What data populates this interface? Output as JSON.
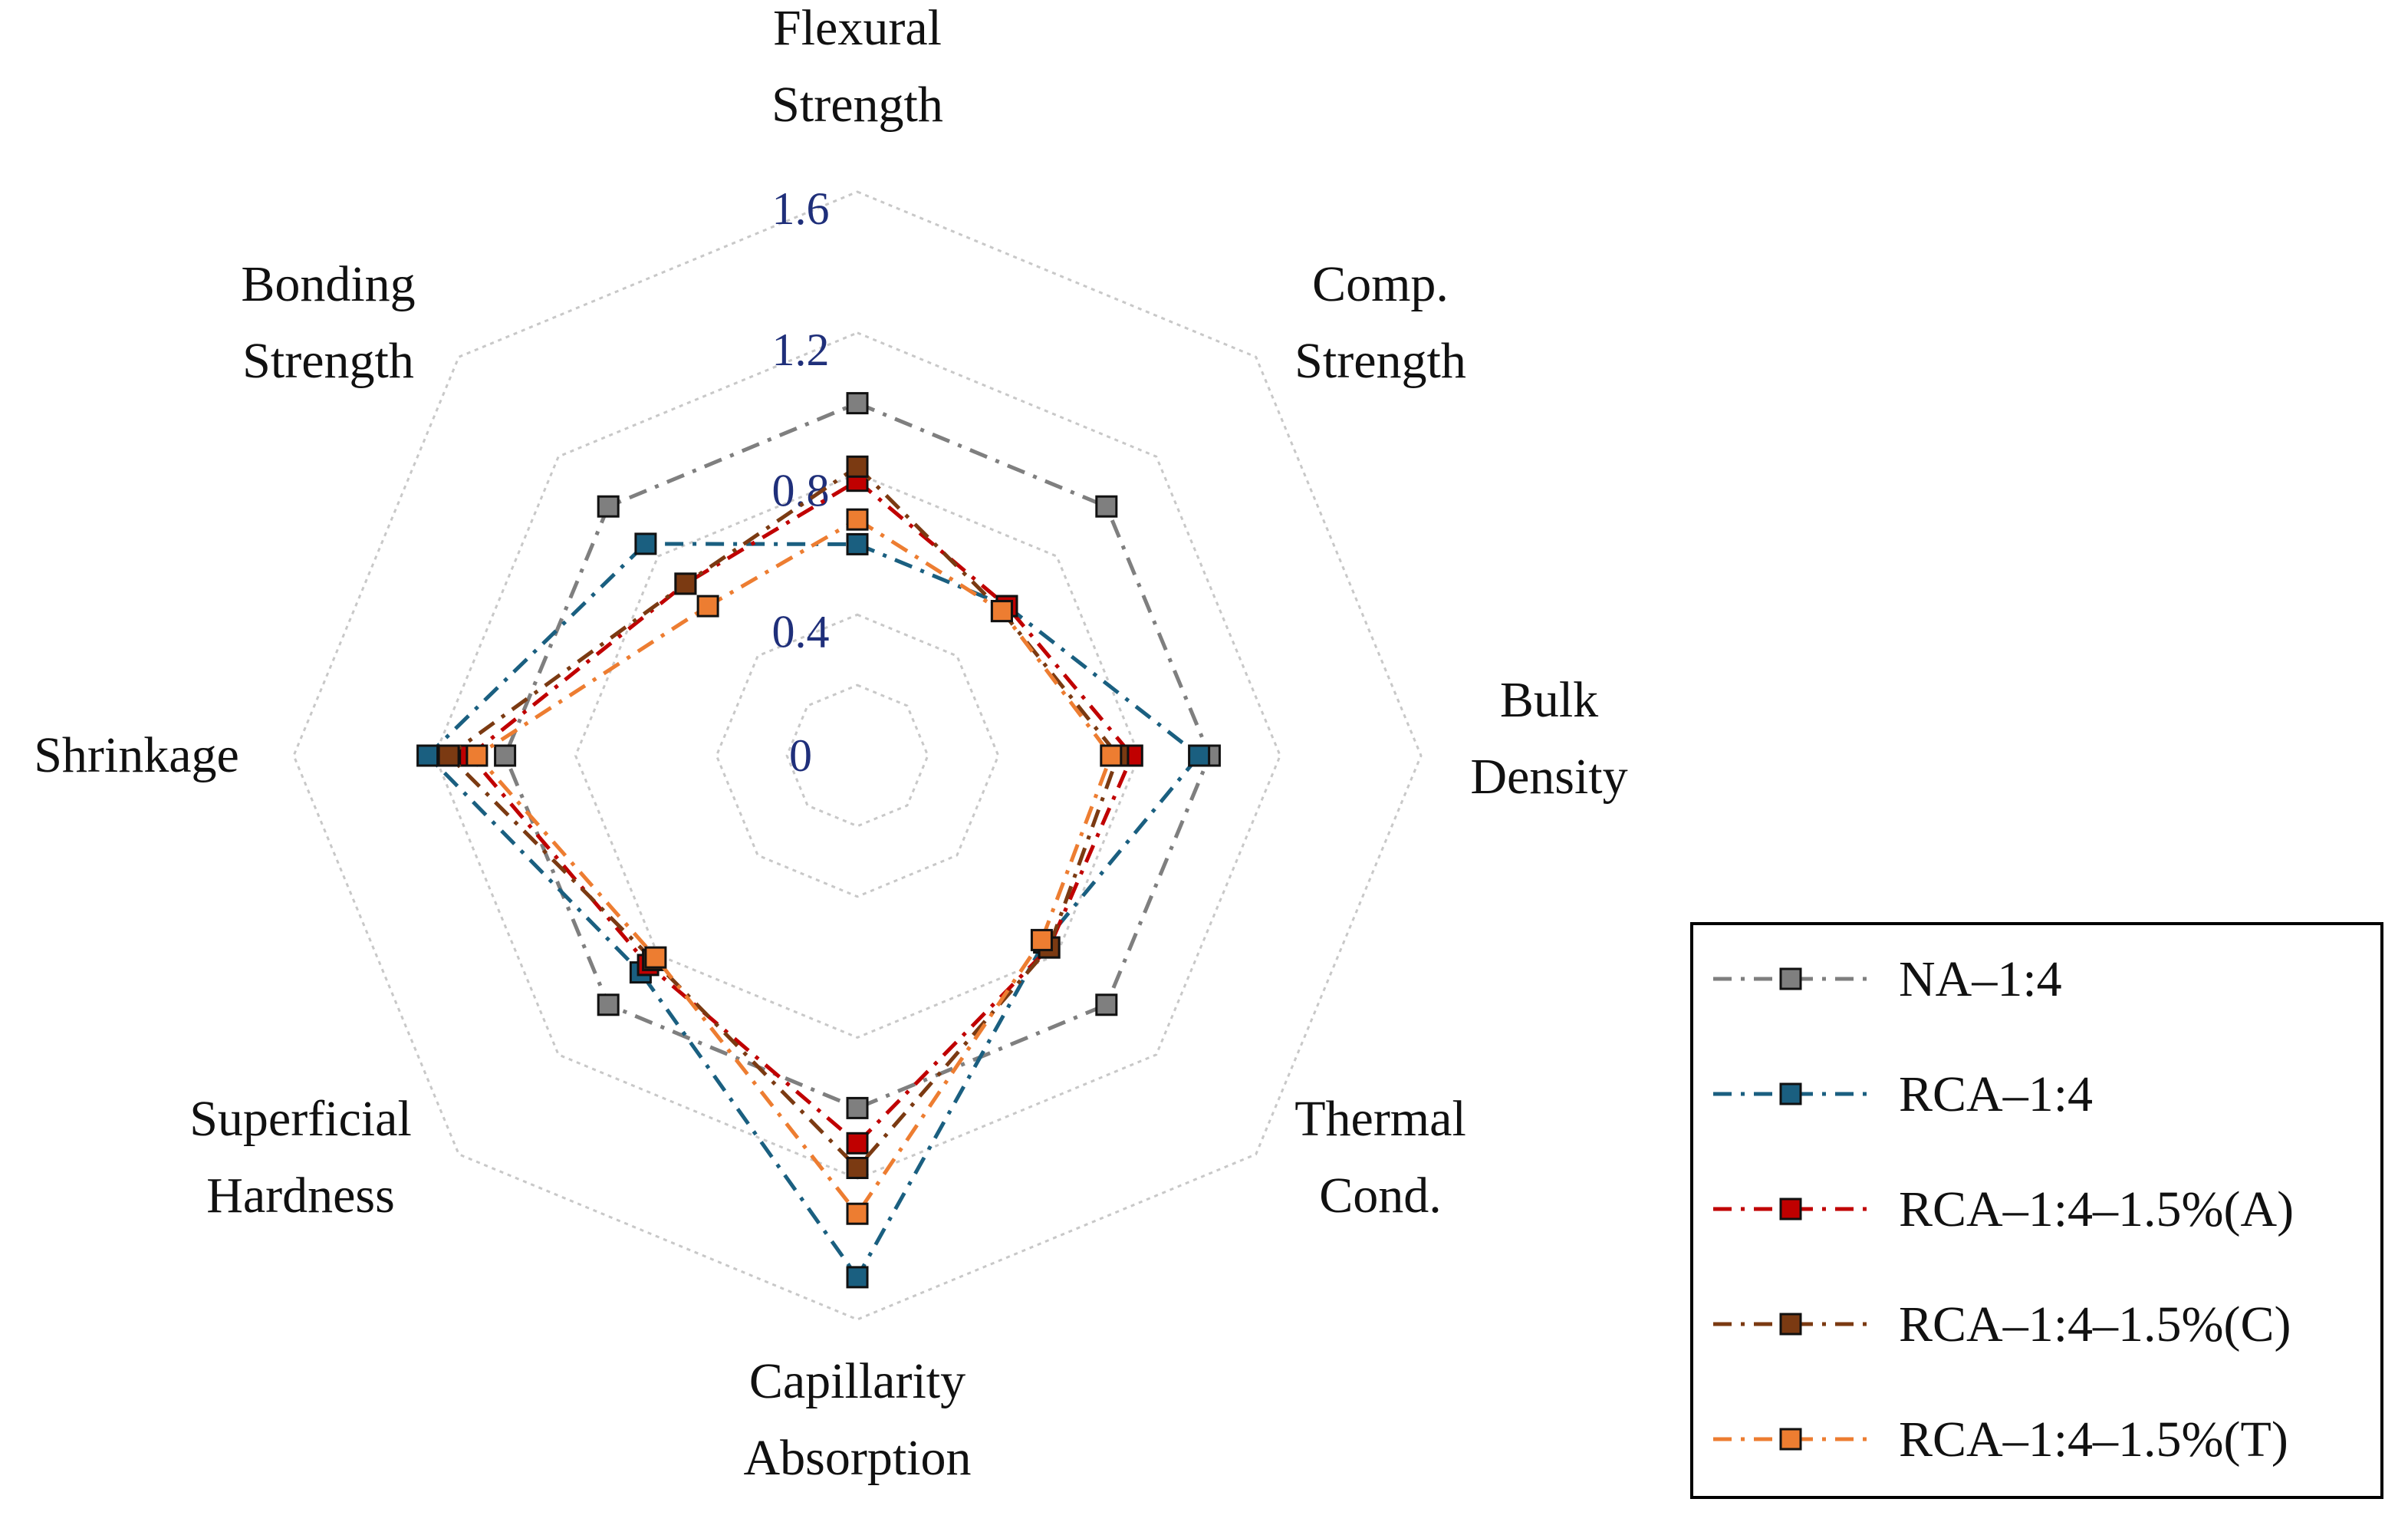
{
  "colors": {
    "grid": "#c8c8c8",
    "tick_text": "#1f2f7a",
    "legend_border": "#000000"
  },
  "chart_data": {
    "type": "radar",
    "axes": [
      {
        "lines": [
          "Flexural",
          "Strength"
        ]
      },
      {
        "lines": [
          "Comp.",
          "Strength"
        ]
      },
      {
        "lines": [
          "Bulk",
          "Density"
        ]
      },
      {
        "lines": [
          "Thermal",
          "Cond."
        ]
      },
      {
        "lines": [
          "Capillarity",
          "Absorption"
        ]
      },
      {
        "lines": [
          "Superficial",
          "Hardness"
        ]
      },
      {
        "lines": [
          "Shrinkage"
        ]
      },
      {
        "lines": [
          "Bonding",
          "Strength"
        ]
      }
    ],
    "ticks": [
      "0",
      "0.4",
      "0.8",
      "1.2",
      "1.6"
    ],
    "tick_values": [
      0,
      0.4,
      0.8,
      1.2,
      1.6
    ],
    "rlim": [
      0,
      1.6
    ],
    "grid": true,
    "legend_position": "bottom-right",
    "series": [
      {
        "name": "NA–1:4",
        "color": "#7f7f7f",
        "marker": "square",
        "line": "dash-dot",
        "values": [
          1.0,
          1.0,
          1.0,
          1.0,
          1.0,
          1.0,
          1.0,
          1.0
        ]
      },
      {
        "name": "RCA–1:4",
        "color": "#1a5f80",
        "marker": "square",
        "line": "dash-dot",
        "values": [
          0.6,
          0.6,
          0.97,
          0.75,
          1.48,
          0.87,
          1.22,
          0.85
        ]
      },
      {
        "name": "RCA–1:4–1.5%(A)",
        "color": "#c00000",
        "marker": "square",
        "line": "dash-dot",
        "values": [
          0.78,
          0.6,
          0.78,
          0.77,
          1.1,
          0.84,
          1.1,
          0.69
        ]
      },
      {
        "name": "RCA–1:4–1.5%(C)",
        "color": "#7b3a12",
        "marker": "square",
        "line": "dash-dot",
        "values": [
          0.82,
          0.58,
          0.74,
          0.77,
          1.17,
          0.82,
          1.16,
          0.69
        ]
      },
      {
        "name": "RCA–1:4–1.5%(T)",
        "color": "#ed7d31",
        "marker": "square",
        "line": "dash-dot",
        "values": [
          0.67,
          0.58,
          0.72,
          0.74,
          1.3,
          0.81,
          1.08,
          0.6
        ]
      }
    ]
  }
}
